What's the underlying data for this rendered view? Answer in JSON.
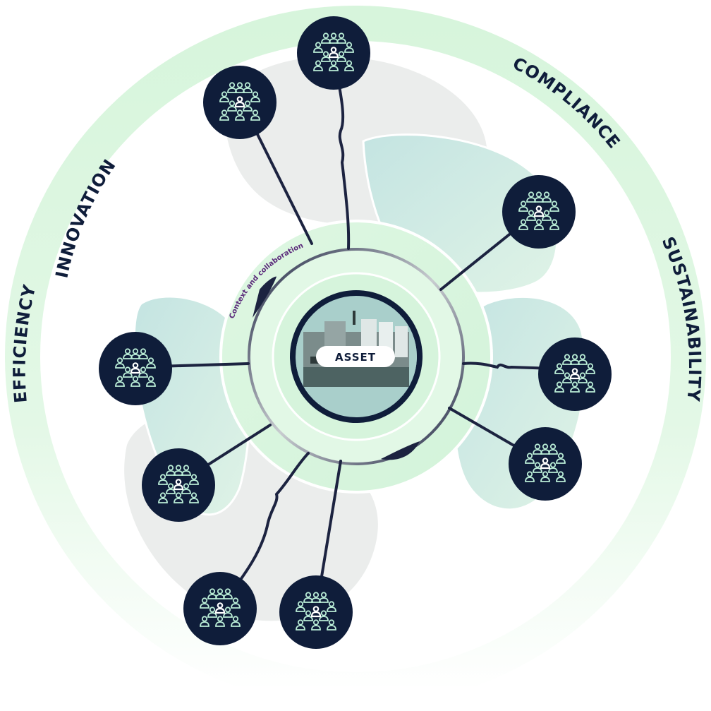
{
  "labels": {
    "innovation": "INNOVATION",
    "compliance": "COMPLIANCE",
    "sustainability": "SUSTAINABILITY",
    "efficiency": "EFFICIENCY",
    "context": "Context and collaboration",
    "asset": "ASSET"
  },
  "colors": {
    "ring": "#d9f6df",
    "ring_fade": "#ffffff",
    "blob_grey": "#ebedec",
    "blob_teal": "#cfe9e6",
    "inner_ring": "#dcf6e0",
    "node_fill": "#0f1d3a",
    "line": "#1c2340",
    "icon": "#b9ecd6",
    "icon_center": "#ffffff",
    "context_text": "#5a2a7a",
    "asset_bg": "#a9cfcb",
    "machine": "#7b8c8b"
  },
  "icons": {
    "node": "people-group-icon",
    "asset": "printing-press-image"
  }
}
